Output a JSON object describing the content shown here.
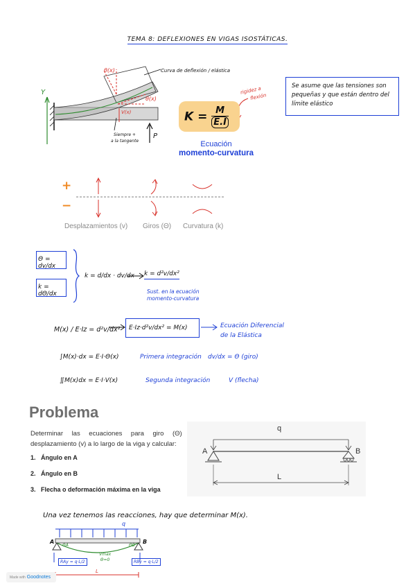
{
  "title": "TEMA 8: DEFLEXIONES EN VIGAS ISOSTÁTICAS.",
  "beam_sketch": {
    "axis_y": "Y",
    "theta_x": "θ(x)",
    "theta_x_right": "θ(x)",
    "v_x": "V(x)",
    "curve_label": "Curva de deflexión / elástica",
    "tangent_note_line1": "Siempre +",
    "tangent_note_line2": "a la tangente",
    "load": "P",
    "rigidez_line1": "rigidez a",
    "rigidez_line2": "flexión"
  },
  "note_box": "Se asume que las tensiones son pequeñas y que están dentro del límite elástico",
  "k_equation": {
    "k": "K",
    "eq": "=",
    "num": "M",
    "den": "E.I"
  },
  "k_caption": {
    "line1": "Ecuación",
    "line2": "momento-curvatura"
  },
  "signs": {
    "plus": "+",
    "minus": "−",
    "desplazamientos": "Desplazamientos (v)",
    "giros": "Giros (Θ)",
    "curvatura": "Curvatura (k)"
  },
  "derivation": {
    "box1": "Θ = dv/dx",
    "box2": "k = dΘ/dx",
    "chain": "k = d/dx · dv/dx",
    "result": "k = d²v/dx²",
    "sust_line1": "Sust. en la ecuación",
    "sust_line2": "momento-curvatura"
  },
  "differential": {
    "left": "M(x) / E·Iz = d²v/dx²",
    "box": "E·Iz·d²v/dx² = M(x)",
    "label_line1": "Ecuación Diferencial",
    "label_line2": "de la Elástica"
  },
  "integration1": {
    "expr": "∫M(x)·dx = E·I·Θ(x)",
    "label": "Primera integración",
    "result": "dv/dx = Θ (giro)"
  },
  "integration2": {
    "expr": "∬M(x)dx = E·I·V(x)",
    "label": "Segunda integración",
    "result": "V (flecha)"
  },
  "problema": {
    "heading": "Problema",
    "text": "Determinar las ecuaciones para giro (Θ) y desplazamiento (v) a lo largo de la viga y calcular:",
    "items": [
      {
        "num": "1.",
        "label": "Ángulo en A"
      },
      {
        "num": "2.",
        "label": "Ángulo en B"
      },
      {
        "num": "3.",
        "label": "Flecha o deformación máxima en la viga"
      }
    ]
  },
  "beam_figure": {
    "q": "q",
    "a": "A",
    "b": "B",
    "l": "L"
  },
  "reactions_note": "Una vez tenemos las reacciones, hay que determinar M(x).",
  "bottom_sketch": {
    "q": "q",
    "a": "A",
    "b": "B",
    "theta_a": "ΘA",
    "theta_b": "ΘB",
    "vmax": "Vmax",
    "theta0": "Θ=0",
    "ray": "RAy = q·L/2",
    "rby": "RBy = q·L/2",
    "l": "L"
  },
  "watermark": {
    "small": "Made with",
    "brand": "Goodnotes"
  }
}
